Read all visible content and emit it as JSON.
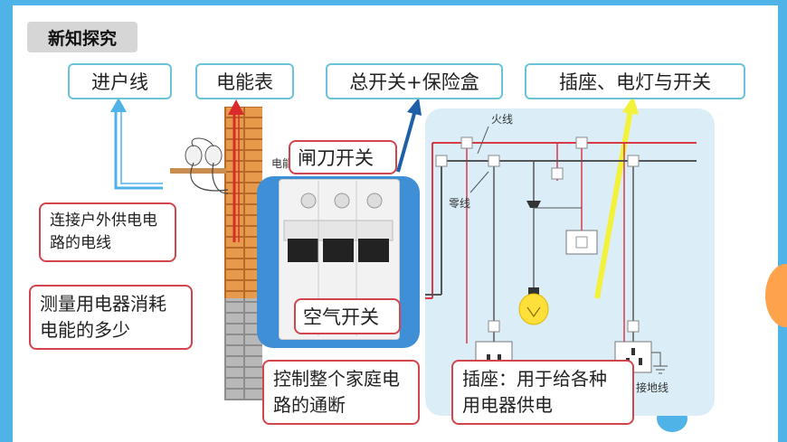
{
  "section_title": "新知探究",
  "labels": {
    "incoming_line": "进户线",
    "electric_meter": "电能表",
    "main_switch_fuse_box": "总开关+保险盒",
    "socket_light_switch": "插座、电灯与开关",
    "knife_switch": "闸刀开关",
    "air_switch": "空气开关"
  },
  "notes": {
    "incoming_line_desc": "连接户外供电电路的电线",
    "meter_desc": "测量用电器消耗电能的多少",
    "main_switch_desc": "控制整个家庭电路的通断",
    "socket_desc": "插座：用于给各种用电器供电"
  },
  "diagram": {
    "live_wire_label": "火线",
    "neutral_wire_label": "零线",
    "ground_wire_label": "接地线",
    "meter_partial_label": "电能"
  },
  "colors": {
    "accent_blue": "#4fb3e8",
    "label_border": "#6cc3d8",
    "note_border": "#d2454d",
    "live_wire": "#d93a4a",
    "highlight_arrow": "#f2f23a"
  }
}
